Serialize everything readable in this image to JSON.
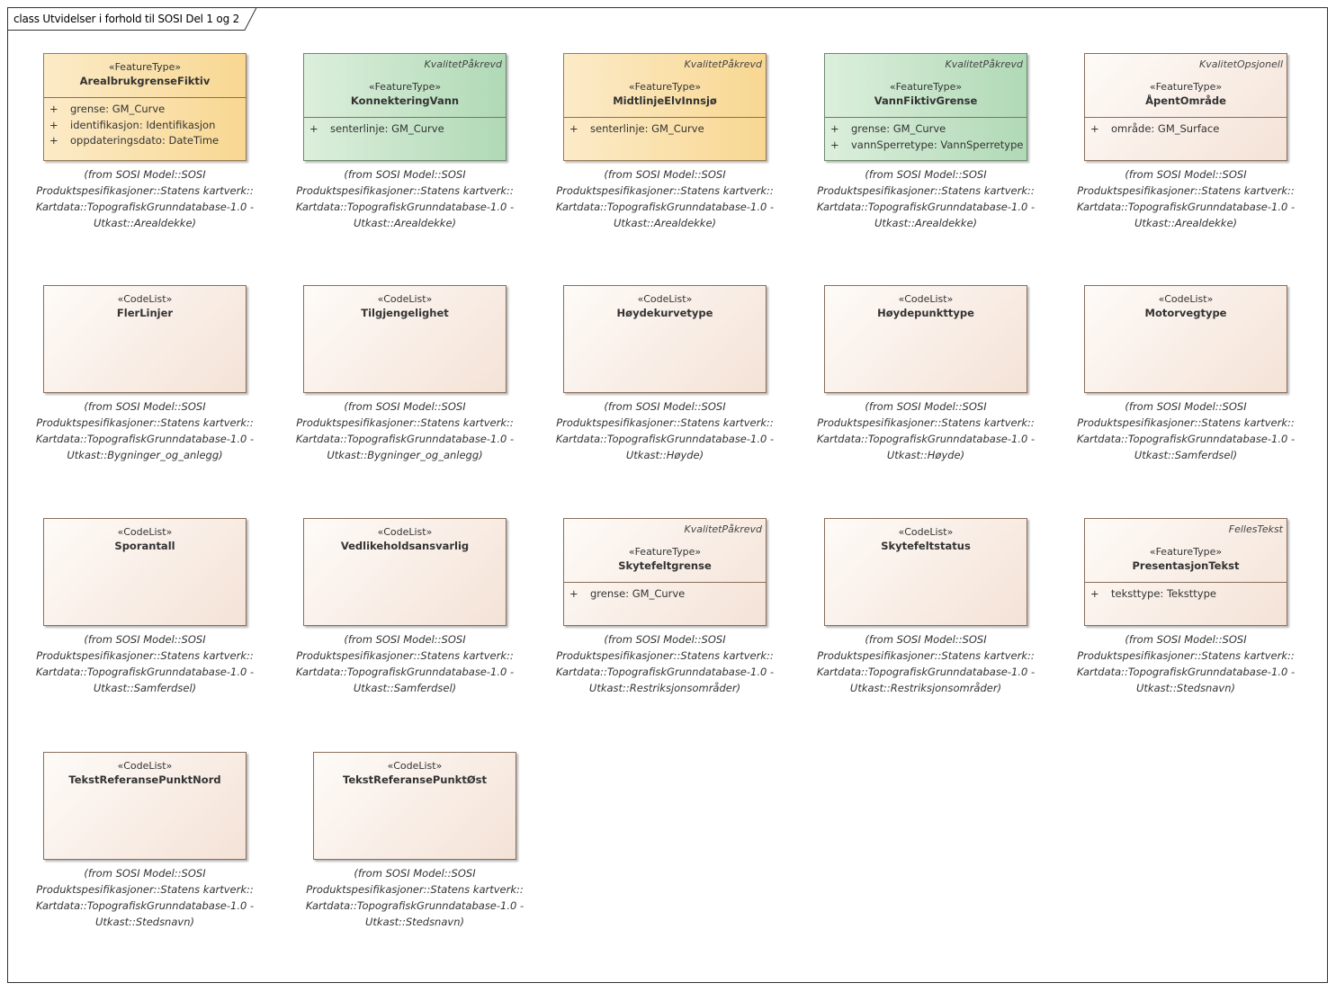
{
  "diagram_title": "class Utvidelser i forhold til SOSI Del 1 og 2",
  "classes": [
    {
      "tag": "",
      "stereotype": "«FeatureType»",
      "name": "ArealbrukgrenseFiktiv",
      "attributes": [
        "grense: GM_Curve",
        "identifikasjon: Identifikasjon",
        "oppdateringsdato: DateTime"
      ],
      "from": [
        "(from SOSI Model::SOSI",
        "Produktspesifikasjoner::Statens kartverk::",
        "Kartdata::TopografiskGrunndatabase-1.0 -",
        "Utkast::Arealdekke)"
      ]
    },
    {
      "tag": "KvalitetPåkrevd",
      "stereotype": "«FeatureType»",
      "name": "KonnekteringVann",
      "attributes": [
        "senterlinje: GM_Curve"
      ],
      "from": [
        "(from SOSI Model::SOSI",
        "Produktspesifikasjoner::Statens kartverk::",
        "Kartdata::TopografiskGrunndatabase-1.0 -",
        "Utkast::Arealdekke)"
      ]
    },
    {
      "tag": "KvalitetPåkrevd",
      "stereotype": "«FeatureType»",
      "name": "MidtlinjeElvInnsjø",
      "attributes": [
        "senterlinje: GM_Curve"
      ],
      "from": [
        "(from SOSI Model::SOSI",
        "Produktspesifikasjoner::Statens kartverk::",
        "Kartdata::TopografiskGrunndatabase-1.0 -",
        "Utkast::Arealdekke)"
      ]
    },
    {
      "tag": "KvalitetPåkrevd",
      "stereotype": "«FeatureType»",
      "name": "VannFiktivGrense",
      "attributes": [
        "grense: GM_Curve",
        "vannSperretype: VannSperretype"
      ],
      "from": [
        "(from SOSI Model::SOSI",
        "Produktspesifikasjoner::Statens kartverk::",
        "Kartdata::TopografiskGrunndatabase-1.0 -",
        "Utkast::Arealdekke)"
      ]
    },
    {
      "tag": "KvalitetOpsjonell",
      "stereotype": "«FeatureType»",
      "name": "ÅpentOmråde",
      "attributes": [
        "område: GM_Surface"
      ],
      "from": [
        "(from SOSI Model::SOSI",
        "Produktspesifikasjoner::Statens kartverk::",
        "Kartdata::TopografiskGrunndatabase-1.0 -",
        "Utkast::Arealdekke)"
      ]
    },
    {
      "tag": "",
      "stereotype": "«CodeList»",
      "name": "FlerLinjer",
      "attributes": [],
      "from": [
        "(from SOSI Model::SOSI",
        "Produktspesifikasjoner::Statens kartverk::",
        "Kartdata::TopografiskGrunndatabase-1.0 -",
        "Utkast::Bygninger_og_anlegg)"
      ]
    },
    {
      "tag": "",
      "stereotype": "«CodeList»",
      "name": "Tilgjengelighet",
      "attributes": [],
      "from": [
        "(from SOSI Model::SOSI",
        "Produktspesifikasjoner::Statens kartverk::",
        "Kartdata::TopografiskGrunndatabase-1.0 -",
        "Utkast::Bygninger_og_anlegg)"
      ]
    },
    {
      "tag": "",
      "stereotype": "«CodeList»",
      "name": "Høydekurvetype",
      "attributes": [],
      "from": [
        "(from SOSI Model::SOSI",
        "Produktspesifikasjoner::Statens kartverk::",
        "Kartdata::TopografiskGrunndatabase-1.0 -",
        "Utkast::Høyde)"
      ]
    },
    {
      "tag": "",
      "stereotype": "«CodeList»",
      "name": "Høydepunkttype",
      "attributes": [],
      "from": [
        "(from SOSI Model::SOSI",
        "Produktspesifikasjoner::Statens kartverk::",
        "Kartdata::TopografiskGrunndatabase-1.0 -",
        "Utkast::Høyde)"
      ]
    },
    {
      "tag": "",
      "stereotype": "«CodeList»",
      "name": "Motorvegtype",
      "attributes": [],
      "from": [
        "(from SOSI Model::SOSI",
        "Produktspesifikasjoner::Statens kartverk::",
        "Kartdata::TopografiskGrunndatabase-1.0 -",
        "Utkast::Samferdsel)"
      ]
    },
    {
      "tag": "",
      "stereotype": "«CodeList»",
      "name": "Sporantall",
      "attributes": [],
      "from": [
        "(from SOSI Model::SOSI",
        "Produktspesifikasjoner::Statens kartverk::",
        "Kartdata::TopografiskGrunndatabase-1.0 -",
        "Utkast::Samferdsel)"
      ]
    },
    {
      "tag": "",
      "stereotype": "«CodeList»",
      "name": "Vedlikeholdsansvarlig",
      "attributes": [],
      "from": [
        "(from SOSI Model::SOSI",
        "Produktspesifikasjoner::Statens kartverk::",
        "Kartdata::TopografiskGrunndatabase-1.0 -",
        "Utkast::Samferdsel)"
      ]
    },
    {
      "tag": "KvalitetPåkrevd",
      "stereotype": "«FeatureType»",
      "name": "Skytefeltgrense",
      "attributes": [
        "grense: GM_Curve"
      ],
      "from": [
        "(from SOSI Model::SOSI",
        "Produktspesifikasjoner::Statens kartverk::",
        "Kartdata::TopografiskGrunndatabase-1.0 -",
        "Utkast::Restriksjonsområder)"
      ]
    },
    {
      "tag": "",
      "stereotype": "«CodeList»",
      "name": "Skytefeltstatus",
      "attributes": [],
      "from": [
        "(from SOSI Model::SOSI",
        "Produktspesifikasjoner::Statens kartverk::",
        "Kartdata::TopografiskGrunndatabase-1.0 -",
        "Utkast::Restriksjonsområder)"
      ]
    },
    {
      "tag": "FellesTekst",
      "stereotype": "«FeatureType»",
      "name": "PresentasjonTekst",
      "attributes": [
        "teksttype: Teksttype"
      ],
      "from": [
        "(from SOSI Model::SOSI",
        "Produktspesifikasjoner::Statens kartverk::",
        "Kartdata::TopografiskGrunndatabase-1.0 -",
        "Utkast::Stedsnavn)"
      ]
    },
    {
      "tag": "",
      "stereotype": "«CodeList»",
      "name": "TekstReferansePunktNord",
      "attributes": [],
      "from": [
        "(from SOSI Model::SOSI",
        "Produktspesifikasjoner::Statens kartverk::",
        "Kartdata::TopografiskGrunndatabase-1.0 -",
        "Utkast::Stedsnavn)"
      ]
    },
    {
      "tag": "",
      "stereotype": "«CodeList»",
      "name": "TekstReferansePunktØst",
      "attributes": [],
      "from": [
        "(from SOSI Model::SOSI",
        "Produktspesifikasjoner::Statens kartverk::",
        "Kartdata::TopografiskGrunndatabase-1.0 -",
        "Utkast::Stedsnavn)"
      ]
    }
  ]
}
